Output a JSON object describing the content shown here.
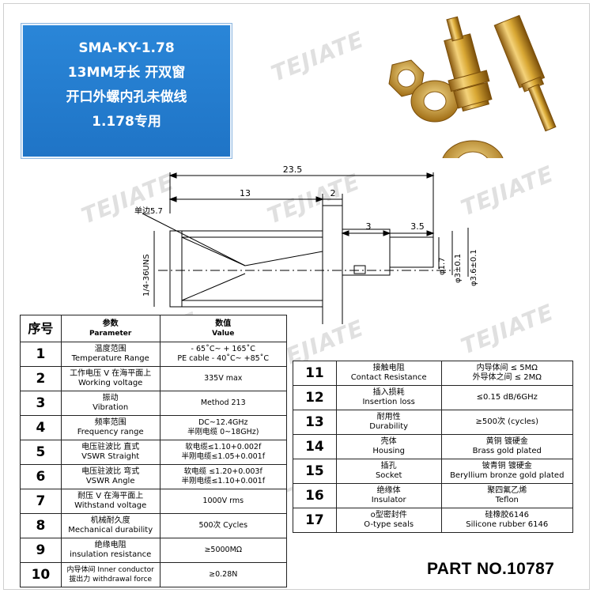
{
  "title": {
    "line1": "SMA-KY-1.78",
    "line2": "13MM牙长 开双窗",
    "line3": "开口外螺内孔未做线",
    "line4": "1.178专用"
  },
  "watermark": "TEJIATE",
  "drawing": {
    "dim_total": "23.5",
    "dim_thread": "13",
    "dim_flange": "2",
    "dim_hex": "单边5.7",
    "dim_3": "3",
    "dim_35": "3.5",
    "dim_thread_spec": "1/4-36UNS",
    "dia_17": "φ1.7",
    "dia_3": "φ3±0.1",
    "dia_36": "φ3.6±0.1"
  },
  "table_left": {
    "header": {
      "no": "序号",
      "param_cn": "参数",
      "param_en": "Parameter",
      "val_cn": "数值",
      "val_en": "Value"
    },
    "rows": [
      {
        "no": "1",
        "cn": "温度范围",
        "en": "Temperature Range",
        "v1": "- 65˚C~ + 165˚C",
        "v2": "PE cable  - 40˚C~ +85˚C"
      },
      {
        "no": "2",
        "cn": "工作电压 V 在海平面上",
        "en": "Working voltage",
        "v1": "335V max",
        "v2": ""
      },
      {
        "no": "3",
        "cn": "振动",
        "en": "Vibration",
        "v1": "Method 213",
        "v2": ""
      },
      {
        "no": "4",
        "cn": "频率范围",
        "en": "Frequency range",
        "v1": "DC~12.4GHz",
        "v2": "半刚电缆 0~18GHz)"
      },
      {
        "no": "5",
        "cn": "电压驻波比 直式",
        "en": "VSWR Straight",
        "v1": "软电缆≤1.10+0.002f",
        "v2": "半刚电缆≤1.05+0.001f"
      },
      {
        "no": "6",
        "cn": "电压驻波比 弯式",
        "en": "VSWR Angle",
        "v1": "软电缆 ≤1.20+0.003f",
        "v2": "半刚电缆≤1.10+0.001f"
      },
      {
        "no": "7",
        "cn": "耐压 V 在海平面上",
        "en": "Withstand voltage",
        "v1": "1000V rms",
        "v2": ""
      },
      {
        "no": "8",
        "cn": "机械耐久度",
        "en": "Mechanical durability",
        "v1": "500次 Cycles",
        "v2": ""
      },
      {
        "no": "9",
        "cn": "绝缘电阻",
        "en": "insulation resistance",
        "v1": "≥5000MΩ",
        "v2": ""
      },
      {
        "no": "10",
        "cn": "内导体间 Inner conductor",
        "en": "拔出力 withdrawal force",
        "v1": "≥0.28N",
        "v2": ""
      }
    ]
  },
  "table_right": {
    "rows": [
      {
        "no": "11",
        "cn": "接触电阻",
        "en": "Contact Resistance",
        "v1": "内导体间 ≤ 5MΩ",
        "v2": "外导体之间 ≤ 2MΩ"
      },
      {
        "no": "12",
        "cn": "插入损耗",
        "en": "Insertion loss",
        "v1": "≤0.15 dB/6GHz",
        "v2": ""
      },
      {
        "no": "13",
        "cn": "耐用性",
        "en": "Durability",
        "v1": "≥500次 (cycles)",
        "v2": ""
      },
      {
        "no": "14",
        "cn": "壳体",
        "en": "Housing",
        "v1": "黄铜 镀硬金",
        "v2": "Brass gold plated"
      },
      {
        "no": "15",
        "cn": "插孔",
        "en": "Socket",
        "v1": "铍青铜 镀硬金",
        "v2": "Beryllium bronze gold plated"
      },
      {
        "no": "16",
        "cn": "绝缘体",
        "en": "Insulator",
        "v1": "聚四氟乙烯",
        "v2": "Teflon"
      },
      {
        "no": "17",
        "cn": "o型密封件",
        "en": "O-type seals",
        "v1": "硅橡胶6146",
        "v2": "Silicone rubber 6146"
      }
    ]
  },
  "part_no": "PART NO.10787",
  "colors": {
    "title_bg": "#1f74c6",
    "gold": "#d9a834"
  }
}
